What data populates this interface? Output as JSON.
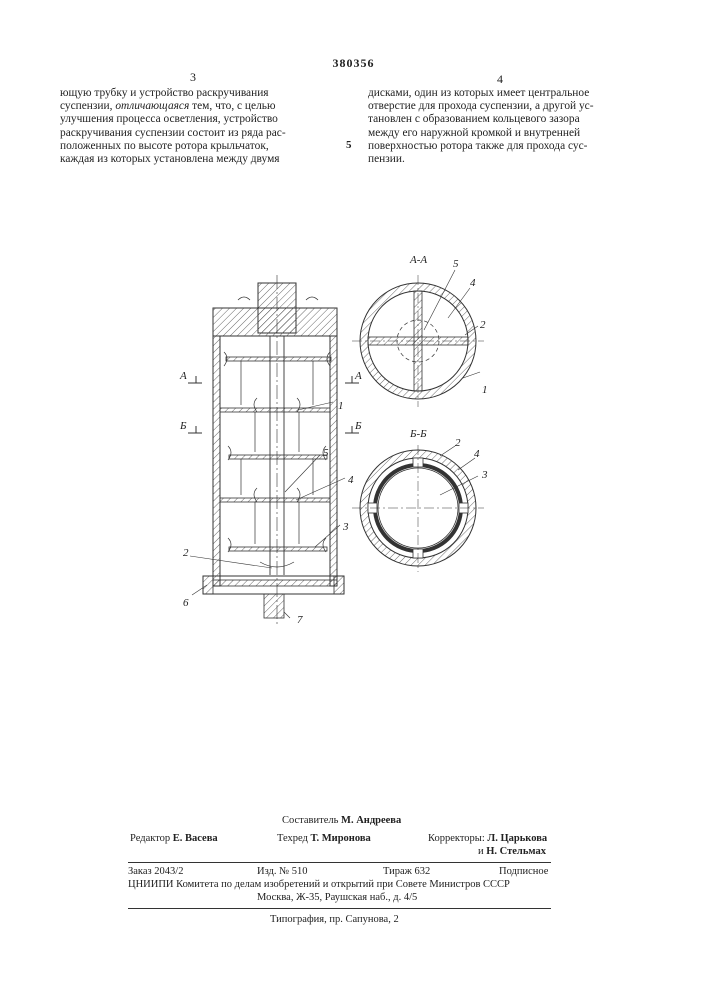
{
  "header": {
    "patent_number": "380356",
    "col_left_number": "3",
    "col_right_number": "4"
  },
  "left_column": {
    "lines": [
      "ющую трубку и устройство раскручивания",
      "суспензии,",
      "улучшения процесса осветления, устройство",
      "раскручивания суспензии состоит из ряда рас-",
      "положенных по высоте ротора крыльчаток,",
      "каждая из которых установлена между двумя"
    ],
    "line2_italic": "отличающаяся",
    "line2_rest": "тем, что, с целью"
  },
  "line_marker": "5",
  "right_column": {
    "lines": [
      "дисками, один из которых имеет центральное",
      "отверстие для прохода суспензии, а другой ус-",
      "тановлен с образованием кольцевого зазора",
      "между его наружной кромкой и внутренней",
      "поверхностью ротора также для прохода сус-",
      "пензии."
    ]
  },
  "figure": {
    "section_a_title": "А-А",
    "section_b_title": "Б-Б",
    "cut_label_a": "А",
    "cut_label_b": "Б",
    "main_labels": [
      "1",
      "5",
      "4",
      "3",
      "2",
      "6",
      "7"
    ],
    "section_a_labels": [
      "5",
      "4",
      "2",
      "1"
    ],
    "section_b_labels": [
      "2",
      "4",
      "3"
    ]
  },
  "credits": {
    "compiler_role": "Составитель",
    "compiler_name": "М. Андреева",
    "editor_role": "Редактор",
    "editor_name": "Е. Васева",
    "tech_role": "Техред",
    "tech_name": "Т. Миронова",
    "correctors_role": "Корректоры:",
    "corrector1": "Л. Царькова",
    "corrector_and": "и",
    "corrector2": "Н. Стельмах",
    "order": "Заказ 2043/2",
    "edition": "Изд. № 510",
    "circulation": "Тираж 632",
    "subscription": "Подписное",
    "institute_line1": "ЦНИИПИ Комитета по делам изобретений и открытий при Совете Министров СССР",
    "institute_line2": "Москва, Ж-35, Раушская наб., д. 4/5",
    "printer": "Типография, пр. Сапунова, 2"
  }
}
